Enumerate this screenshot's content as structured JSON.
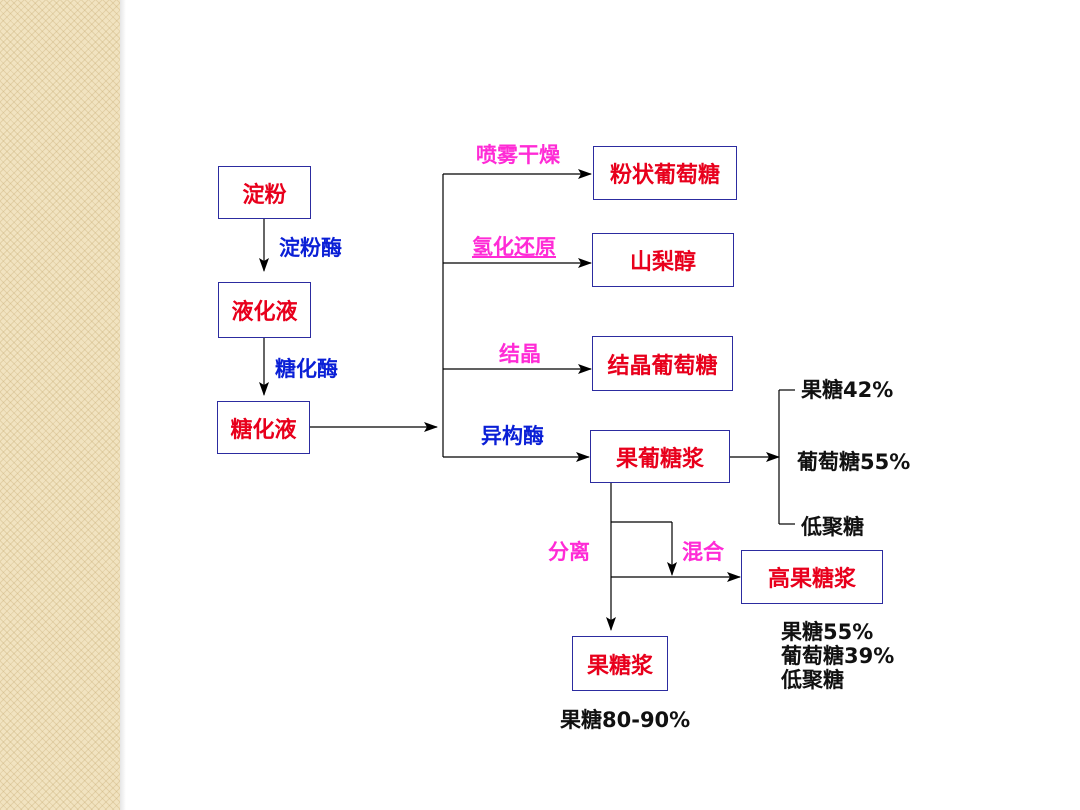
{
  "nodes": {
    "starch": "淀粉",
    "liquefied": "液化液",
    "saccharified": "糖化液",
    "powder_glucose": "粉状葡萄糖",
    "sorbitol": "山梨醇",
    "crystal_glucose": "结晶葡萄糖",
    "hfcs": "果葡糖浆",
    "high_fructose": "高果糖浆",
    "fructose_syrup": "果糖浆"
  },
  "edges": {
    "amylase": "淀粉酶",
    "glucoamylase": "糖化酶",
    "spray_dry": "喷雾干燥",
    "hydrogenation": "氢化还原",
    "crystallization": "结晶",
    "isomerase": "异构酶",
    "separation": "分离",
    "mixing": "混合"
  },
  "composition": {
    "hfcs": [
      "果糖42%",
      "葡萄糖55%",
      "低聚糖"
    ],
    "high_fructose": [
      "果糖55%",
      "葡萄糖39%",
      "低聚糖"
    ],
    "fructose_syrup": "果糖80-90%"
  },
  "colors": {
    "node_text": "#e8001c",
    "node_border": "#2c2ca0",
    "process_label": "#ff2bd6",
    "enzyme_label": "#0a1fd6",
    "composition_text": "#111111",
    "side_strip": "#f1e3c0"
  }
}
